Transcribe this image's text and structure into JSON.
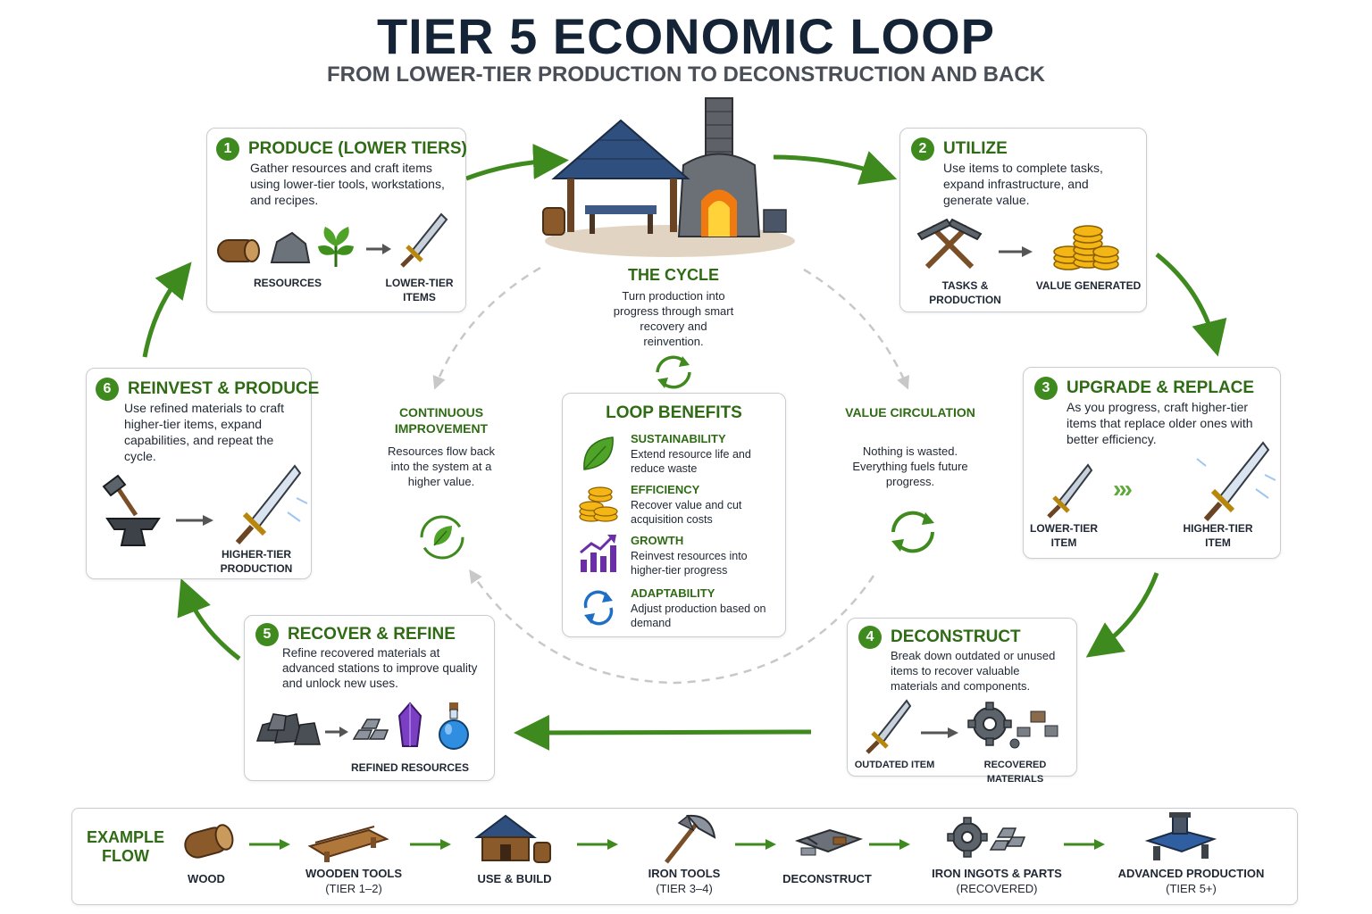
{
  "title": "TIER 5 ECONOMIC LOOP",
  "subtitle": "FROM LOWER-TIER PRODUCTION TO DECONSTRUCTION AND BACK",
  "steps": [
    {
      "num": "1",
      "title": "PRODUCE (LOWER TIERS)",
      "desc": "Gather resources and craft items using lower-tier tools, workstations, and recipes.",
      "cap_a": "RESOURCES",
      "cap_b": "LOWER-TIER ITEMS"
    },
    {
      "num": "2",
      "title": "UTILIZE",
      "desc": "Use items to complete tasks, expand infrastructure, and generate value.",
      "cap_a": "TASKS & PRODUCTION",
      "cap_b": "VALUE GENERATED"
    },
    {
      "num": "3",
      "title": "UPGRADE & REPLACE",
      "desc": "As you progress, craft higher-tier items that replace older ones with better efficiency.",
      "cap_a": "LOWER-TIER ITEM",
      "cap_b": "HIGHER-TIER ITEM"
    },
    {
      "num": "4",
      "title": "DECONSTRUCT",
      "desc": "Break down outdated or unused items to recover valuable materials and components.",
      "cap_a": "OUTDATED ITEM",
      "cap_b": "RECOVERED MATERIALS"
    },
    {
      "num": "5",
      "title": "RECOVER & REFINE",
      "desc": "Refine recovered materials at advanced stations to improve quality and unlock new uses.",
      "cap_b": "REFINED RESOURCES"
    },
    {
      "num": "6",
      "title": "REINVEST & PRODUCE",
      "desc": "Use refined materials to craft higher-tier items, expand capabilities, and repeat the cycle.",
      "cap_b": "HIGHER-TIER PRODUCTION"
    }
  ],
  "cycle": {
    "title": "THE CYCLE",
    "text": "Turn production into progress through smart recovery and reinvention."
  },
  "continuous": {
    "title": "CONTINUOUS IMPROVEMENT",
    "text": "Resources flow back into the system at a higher value."
  },
  "value": {
    "title": "VALUE CIRCULATION",
    "text": "Nothing is wasted. Everything fuels future progress."
  },
  "benefits": {
    "title": "LOOP BENEFITS",
    "items": [
      {
        "title": "SUSTAINABILITY",
        "text": "Extend resource life and reduce waste",
        "icon": "leaf-icon"
      },
      {
        "title": "EFFICIENCY",
        "text": "Recover value and cut acquisition costs",
        "icon": "coins-icon"
      },
      {
        "title": "GROWTH",
        "text": "Reinvest resources into higher-tier progress",
        "icon": "growth-chart-icon"
      },
      {
        "title": "ADAPTABILITY",
        "text": "Adjust production based on demand",
        "icon": "refresh-icon"
      }
    ]
  },
  "example": {
    "label": "EXAMPLE FLOW",
    "items": [
      {
        "name": "WOOD",
        "sub": ""
      },
      {
        "name": "WOODEN TOOLS",
        "sub": "(TIER 1–2)"
      },
      {
        "name": "USE & BUILD",
        "sub": ""
      },
      {
        "name": "IRON TOOLS",
        "sub": "(TIER 3–4)"
      },
      {
        "name": "DECONSTRUCT",
        "sub": ""
      },
      {
        "name": "IRON INGOTS & PARTS",
        "sub": "(RECOVERED)"
      },
      {
        "name": "ADVANCED PRODUCTION",
        "sub": "(TIER 5+)"
      }
    ]
  },
  "colors": {
    "green": "#3f8a1f",
    "dark_green": "#2f6b14",
    "navy": "#142436",
    "arrow_gray": "#555555",
    "dash_gray": "#c8c8c8"
  }
}
